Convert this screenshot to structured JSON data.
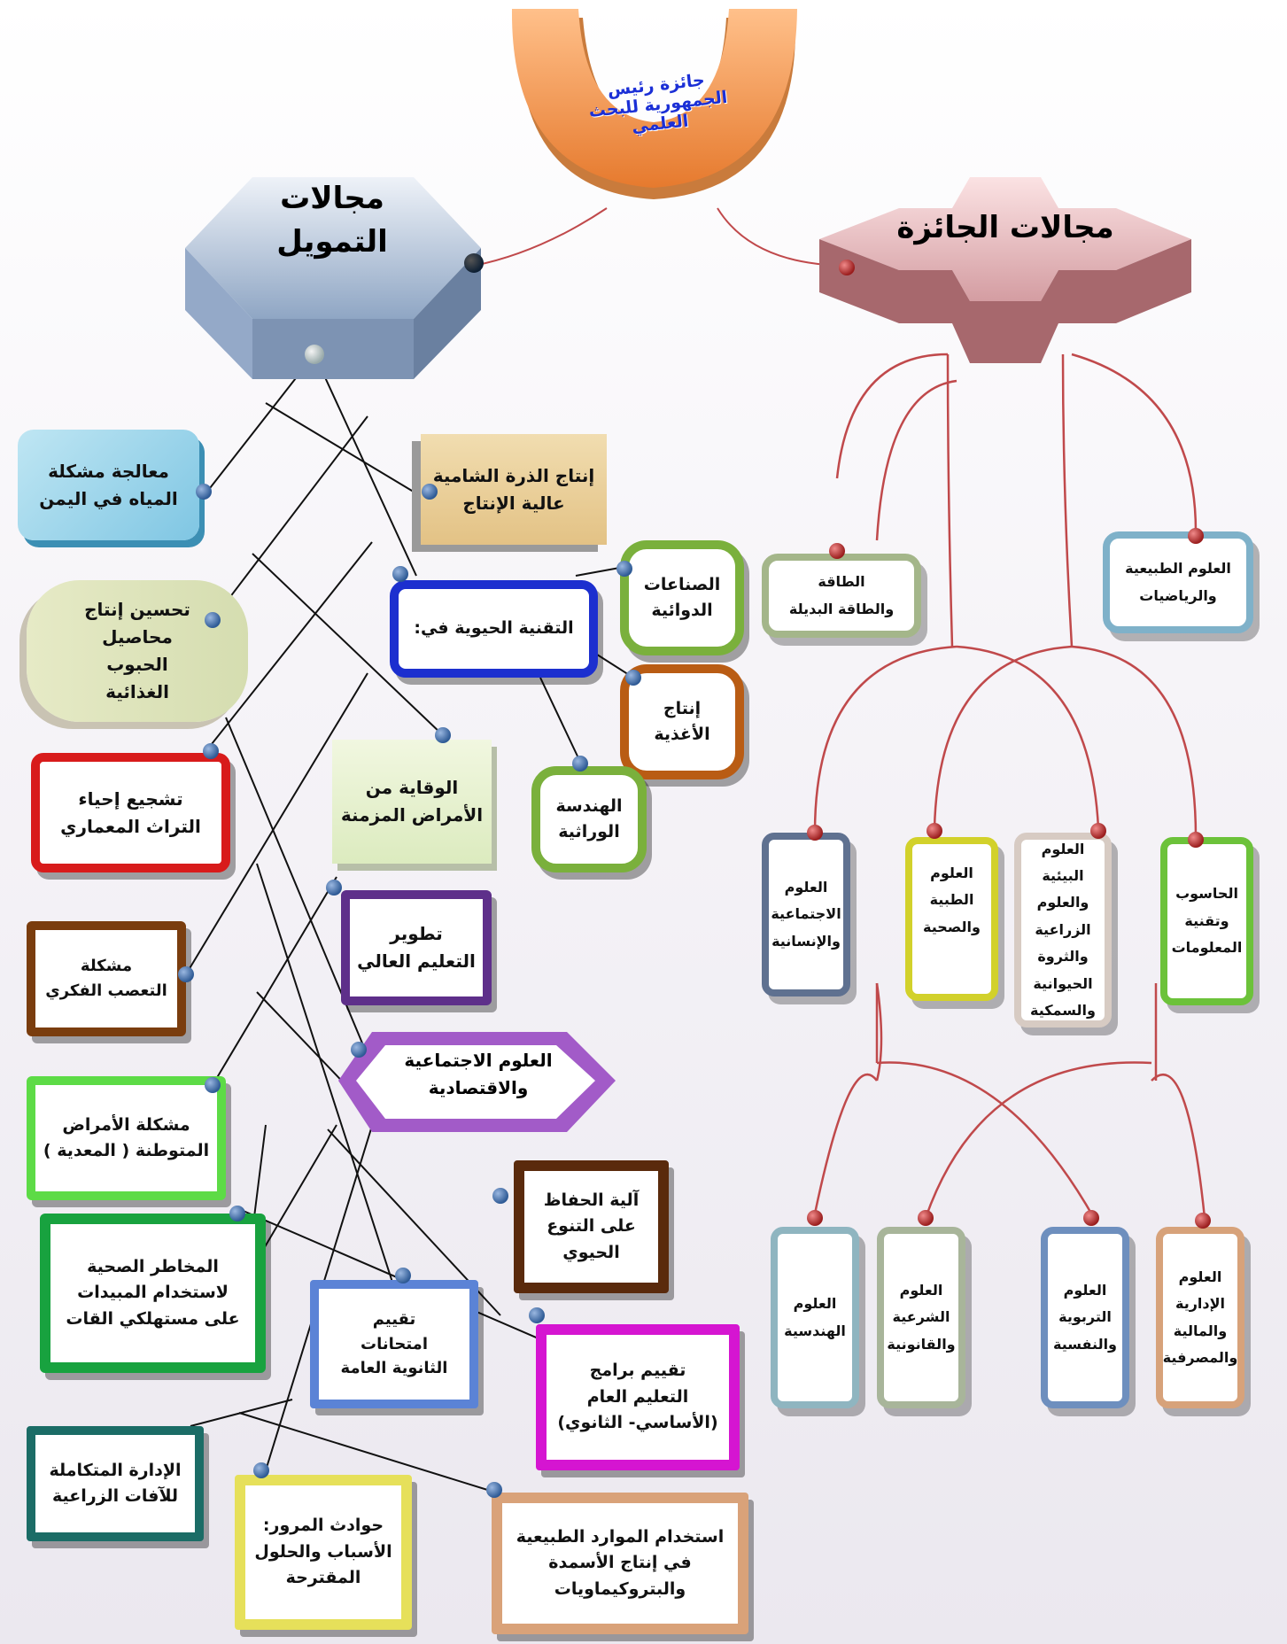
{
  "title": "جائزة رئيس الجمهورية للبحث العلمي",
  "funding": {
    "title": "مجالات التمويل",
    "title_line1": "مجالات",
    "title_line2": "التمويل",
    "items": {
      "water": [
        "معالجة مشكلة",
        "المياه في اليمن"
      ],
      "date_palm": [
        "إنتاج الذرة الشامية",
        "عالية الإنتاج"
      ],
      "grains": [
        "تحسين إنتاج",
        "محاصيل",
        "الحبوب",
        "الغذائية"
      ],
      "biotech": "التقنية الحيوية في:",
      "pharma": [
        "الصناعات",
        "الدوائية"
      ],
      "food": [
        "إنتاج",
        "الأغذية"
      ],
      "genetic": [
        "الهندسة",
        "الوراثية"
      ],
      "heritage": [
        "تشجيع إحياء",
        "التراث المعماري"
      ],
      "chronic": [
        "الوقاية من",
        "الأمراض المزمنة"
      ],
      "higher_edu": [
        "تطوير",
        "التعليم العالي"
      ],
      "extremism": [
        "مشكلة",
        "التعصب الفكري"
      ],
      "social_econ": [
        "العلوم الاجتماعية",
        "والاقتصادية"
      ],
      "endemic": [
        "مشكلة الأمراض",
        "المتوطنة ( المعدية )"
      ],
      "biodiversity": [
        "آلية الحفاظ",
        "على التنوع",
        "الحيوي"
      ],
      "pesticides": [
        "المخاطر الصحية",
        "لاستخدام المبيدات",
        "على مستهلكي القات"
      ],
      "secondary_exams": [
        "تقييم",
        "امتحانات",
        "الثانوية العامة"
      ],
      "public_edu": [
        "تقييم برامج",
        "التعليم العام",
        "(الأساسي- الثانوي)"
      ],
      "pest_mgmt": [
        "الإدارة المتكاملة",
        "للآفات الزراعية"
      ],
      "traffic": [
        "حوادث المرور:",
        "الأسباب والحلول",
        "المقترحة"
      ],
      "natural_resources": [
        "استخدام الموارد الطبيعية",
        "في إنتاج الأسمدة",
        "والبتروكيماويات"
      ]
    }
  },
  "award": {
    "title": "مجالات الجائزة",
    "items": {
      "natural_sciences": [
        "العلوم الطبيعية",
        "والرياضيات"
      ],
      "energy": [
        "الطاقة",
        "والطاقة البديلة"
      ],
      "humanities": [
        "العلوم",
        "الاجتماعية",
        "والإنسانية"
      ],
      "medical": [
        "العلوم الطبية",
        "والصحية"
      ],
      "environmental": [
        "العلوم البيئية",
        "والعلوم الزراعية",
        "والثروة",
        "الحيوانية",
        "والسمكية"
      ],
      "computing": [
        "الحاسوب",
        "وتقنية",
        "المعلومات"
      ],
      "engineering": [
        "العلوم",
        "الهندسية"
      ],
      "sharia": [
        "العلوم",
        "الشرعية",
        "والقانونية"
      ],
      "education": [
        "العلوم",
        "التربوية",
        "والنفسية"
      ],
      "admin": [
        "العلوم",
        "الإدارية",
        "والمالية",
        "والمصرفية"
      ]
    }
  },
  "colors": {
    "arch": "#f2a15c",
    "arch_text": "#1b2fd6",
    "hexagon": "#a9bcd6",
    "award_star": "#d9a6ab",
    "connector_black": "#111111",
    "connector_red": "#c0494b"
  }
}
